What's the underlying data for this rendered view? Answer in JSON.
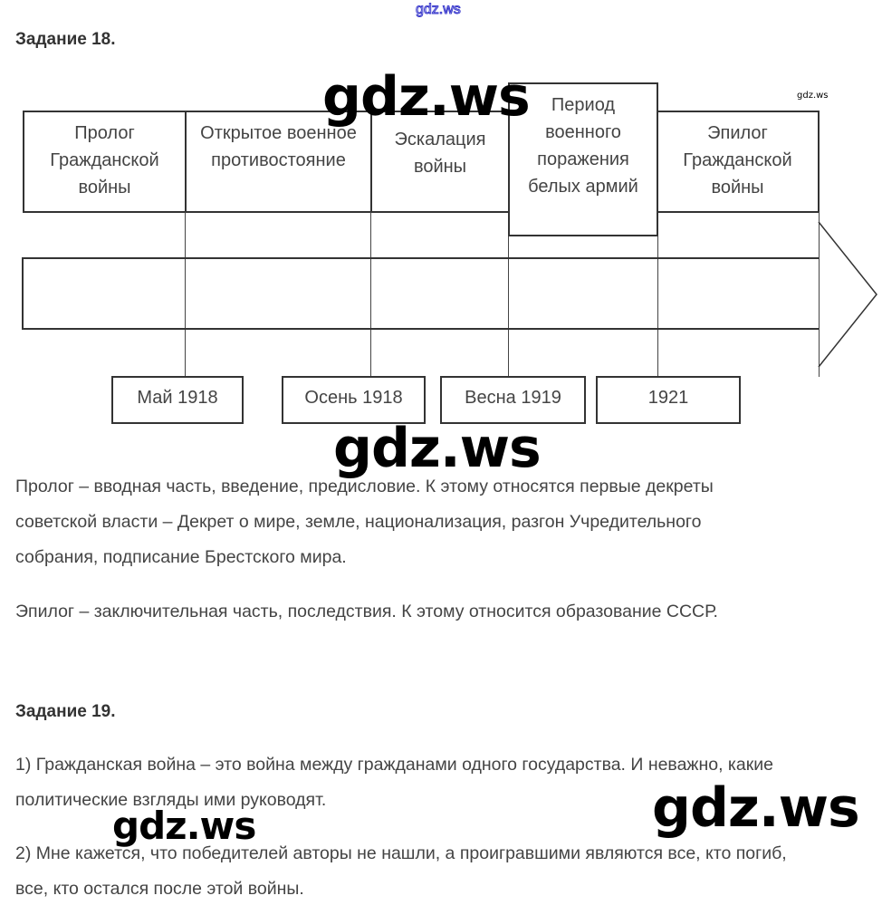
{
  "watermarks": {
    "top_small": "gdz.ws",
    "big": "gdz.ws",
    "corner": "gdz.ws"
  },
  "task18": {
    "title": "Задание 18.",
    "periods": [
      "Пролог Гражданской войны",
      "Открытое военное противостояние",
      "Эскалация войны",
      "Период военного поражения белых армий",
      "Эпилог Гражданской войны"
    ],
    "dates": [
      "Май 1918",
      "Осень 1918",
      "Весна 1919",
      "1921"
    ],
    "paragraphs": [
      "Пролог – вводная часть, введение, предисловие. К этому относятся первые декреты советской власти – Декрет о мире, земле, национализация, разгон Учредительного собрания, подписание Брестского мира.",
      "Эпилог – заключительная часть, последствия. К этому относится образование СССР."
    ]
  },
  "task19": {
    "title": "Задание 19.",
    "paragraphs": [
      "1) Гражданская война – это война между гражданами одного государства. И неважно, какие политические взгляды ими руководят.",
      "2) Мне кажется, что победителей авторы не нашли, а проигравшими являются все, кто погиб, все, кто остался после этой войны."
    ]
  }
}
